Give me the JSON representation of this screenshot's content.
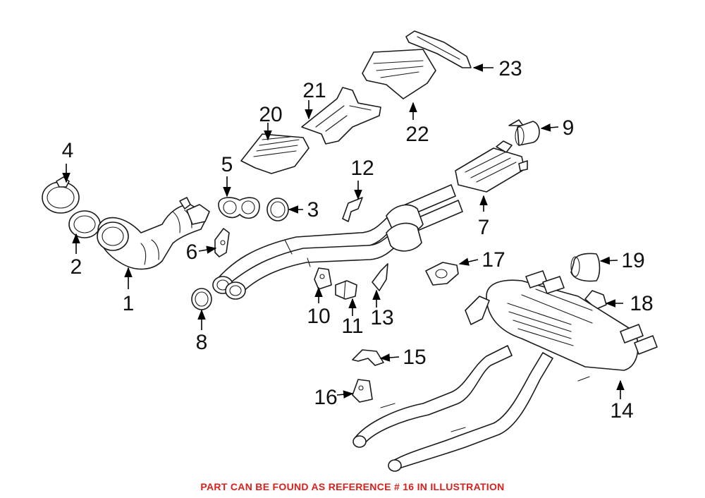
{
  "caption": {
    "text": "PART CAN BE FOUND AS REFERENCE # 16 IN ILLUSTRATION",
    "color": "#d9201c"
  },
  "callouts": {
    "c1": "1",
    "c2": "2",
    "c3": "3",
    "c4": "4",
    "c5": "5",
    "c6": "6",
    "c7": "7",
    "c8": "8",
    "c9": "9",
    "c10": "10",
    "c11": "11",
    "c12": "12",
    "c13": "13",
    "c14": "14",
    "c15": "15",
    "c16": "16",
    "c17": "17",
    "c18": "18",
    "c19": "19",
    "c20": "20",
    "c21": "21",
    "c22": "22",
    "c23": "23"
  }
}
